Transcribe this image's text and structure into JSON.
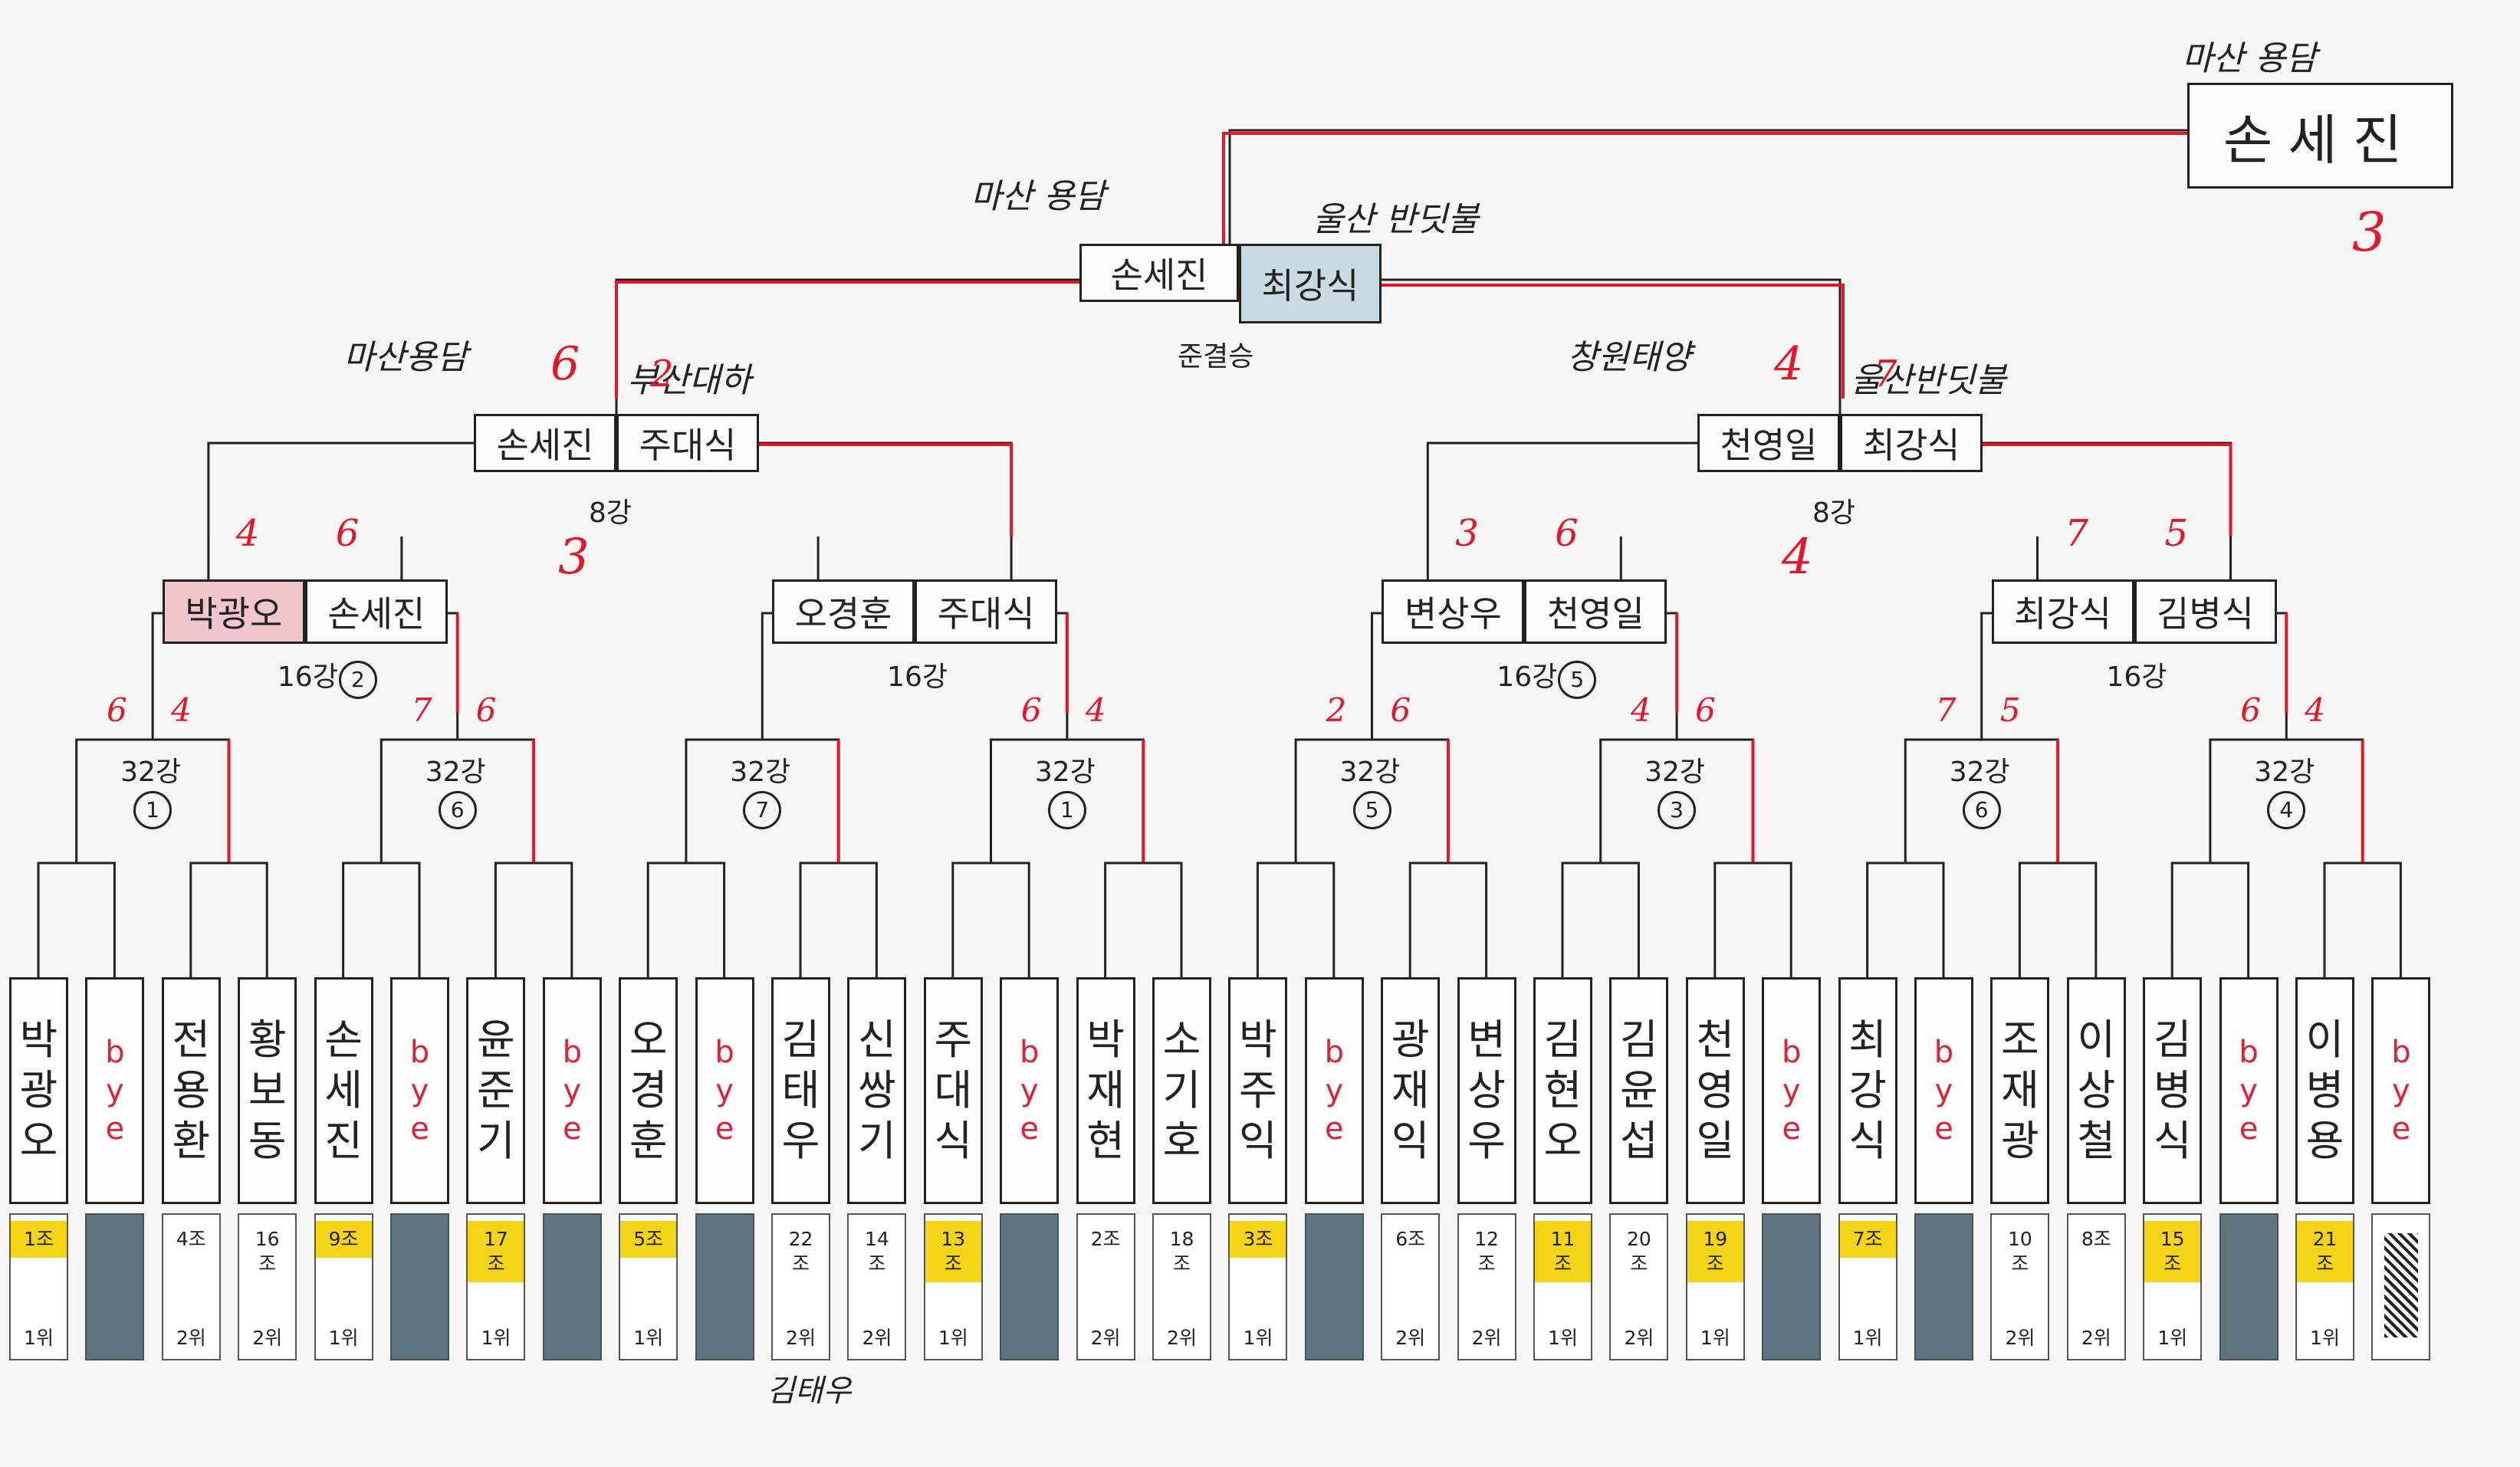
{
  "champion": {
    "name": "손세진",
    "team": "마산 용담",
    "score": "3"
  },
  "final": {
    "label": "준결승",
    "left": {
      "name": "손세진",
      "team": "마산 용담"
    },
    "right": {
      "name": "최강식",
      "team": "울산 반딧불"
    }
  },
  "semis": [
    {
      "label": "8강",
      "left": {
        "name": "손세진",
        "team": "마산용담",
        "score": "6"
      },
      "right": {
        "name": "주대식",
        "team": "부산대하",
        "score": "2"
      },
      "mark": "3"
    },
    {
      "label": "8강",
      "left": {
        "name": "천영일",
        "team": "창원태양",
        "score": "4"
      },
      "right": {
        "name": "최강식",
        "team": "울산반딧불",
        "score": "7"
      },
      "mark": "4"
    }
  ],
  "round16": [
    {
      "label": "16강",
      "left": "박광오",
      "right": "손세진",
      "scores": [
        "4",
        "6"
      ],
      "circle": "2"
    },
    {
      "label": "16강",
      "left": "오경훈",
      "right": "주대식",
      "scores": [
        "",
        ""
      ],
      "circle": ""
    },
    {
      "label": "16강",
      "left": "변상우",
      "right": "천영일",
      "scores": [
        "3",
        "6"
      ],
      "circle": "5"
    },
    {
      "label": "16강",
      "left": "최강식",
      "right": "김병식",
      "scores": [
        "7",
        "5"
      ],
      "circle": ""
    }
  ],
  "round32": [
    {
      "label": "32강",
      "circle": "1",
      "scores": [
        "6",
        "4"
      ]
    },
    {
      "label": "32강",
      "circle": "6",
      "scores": [
        "7",
        "6"
      ]
    },
    {
      "label": "32강",
      "circle": "7",
      "scores": [
        "",
        ""
      ]
    },
    {
      "label": "32강",
      "circle": "1",
      "scores": [
        "6",
        "4"
      ]
    },
    {
      "label": "32강",
      "circle": "5",
      "scores": [
        "2",
        "6"
      ]
    },
    {
      "label": "32강",
      "circle": "3",
      "scores": [
        "4",
        "6"
      ]
    },
    {
      "label": "32강",
      "circle": "6",
      "scores": [
        "7",
        "5"
      ]
    },
    {
      "label": "32강",
      "circle": "4",
      "scores": [
        "6",
        "4"
      ]
    }
  ],
  "players": [
    {
      "name": "박광오",
      "group": "1조",
      "rank": "1위",
      "gold": true
    },
    {
      "name": "bye",
      "bye": true,
      "empty": true
    },
    {
      "name": "전용환",
      "group": "4조",
      "rank": "2위"
    },
    {
      "name": "황보동",
      "group": "16\n조",
      "rank": "2위"
    },
    {
      "name": "손세진",
      "group": "9조",
      "rank": "1위",
      "gold": true
    },
    {
      "name": "bye",
      "bye": true,
      "empty": true
    },
    {
      "name": "윤준기",
      "group": "17\n조",
      "rank": "1위",
      "gold": true
    },
    {
      "name": "bye",
      "bye": true,
      "empty": true
    },
    {
      "name": "오경훈",
      "group": "5조",
      "rank": "1위",
      "gold": true
    },
    {
      "name": "bye",
      "bye": true,
      "empty": true
    },
    {
      "name": "김태우",
      "group": "22\n조",
      "rank": "2위"
    },
    {
      "name": "신쌍기",
      "group": "14\n조",
      "rank": "2위"
    },
    {
      "name": "주대식",
      "group": "13\n조",
      "rank": "1위",
      "gold": true
    },
    {
      "name": "bye",
      "bye": true,
      "empty": true
    },
    {
      "name": "박재현",
      "group": "2조",
      "rank": "2위"
    },
    {
      "name": "소기호",
      "group": "18\n조",
      "rank": "2위"
    },
    {
      "name": "박주익",
      "group": "3조",
      "rank": "1위",
      "gold": true
    },
    {
      "name": "bye",
      "bye": true,
      "empty": true
    },
    {
      "name": "광재익",
      "group": "6조",
      "rank": "2위"
    },
    {
      "name": "변상우",
      "group": "12\n조",
      "rank": "2위"
    },
    {
      "name": "김현오",
      "group": "11\n조",
      "rank": "1위",
      "gold": true
    },
    {
      "name": "김윤섭",
      "group": "20\n조",
      "rank": "2위"
    },
    {
      "name": "천영일",
      "group": "19\n조",
      "rank": "1위",
      "gold": true
    },
    {
      "name": "bye",
      "bye": true,
      "empty": true
    },
    {
      "name": "최강식",
      "group": "7조",
      "rank": "1위",
      "gold": true
    },
    {
      "name": "bye",
      "bye": true,
      "empty": true
    },
    {
      "name": "조재광",
      "group": "10\n조",
      "rank": "2위"
    },
    {
      "name": "이상철",
      "group": "8조",
      "rank": "2위"
    },
    {
      "name": "김병식",
      "group": "15\n조",
      "rank": "1위",
      "gold": true
    },
    {
      "name": "bye",
      "bye": true,
      "empty": true
    },
    {
      "name": "이병용",
      "group": "21\n조",
      "rank": "1위",
      "gold": true
    },
    {
      "name": "bye",
      "bye": true,
      "scribble": true
    }
  ],
  "footer_note": "김태우",
  "colors": {
    "ink": "#222222",
    "red_pen": "#e3162b",
    "seed_highlight": "#f5d317",
    "empty_seed": "#5e7580"
  }
}
